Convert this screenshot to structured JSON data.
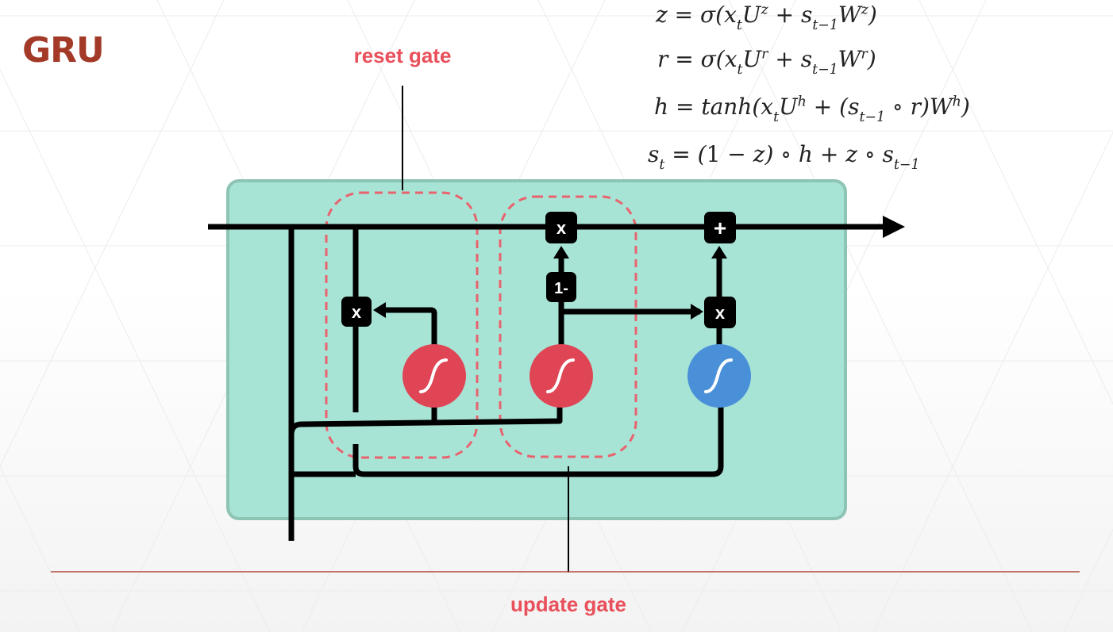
{
  "slide": {
    "title": "GRU",
    "title_color": "#a33a28"
  },
  "equations": {
    "z": {
      "lhs": "z",
      "func": "σ",
      "in1": "x",
      "in1_sub": "t",
      "u": "U",
      "u_sup": "z",
      "plus": "+",
      "s": "s",
      "s_sub": "t−1",
      "w": "W",
      "w_sup": "z"
    },
    "r": {
      "lhs": "r",
      "func": "σ",
      "in1": "x",
      "in1_sub": "t",
      "u": "U",
      "u_sup": "r",
      "plus": "+",
      "s": "s",
      "s_sub": "t−1",
      "w": "W",
      "w_sup": "r"
    },
    "h": {
      "lhs": "h",
      "func": "tanh",
      "in1": "x",
      "in1_sub": "t",
      "u": "U",
      "u_sup": "h",
      "plus": "+",
      "s": "s",
      "s_sub": "t−1",
      "circ": "∘",
      "r": "r",
      "w": "W",
      "w_sup": "h"
    },
    "st": {
      "lhs": "s",
      "lhs_sub": "t",
      "one": "1",
      "minus": "−",
      "z": "z",
      "circ": "∘",
      "h": "h",
      "plus": "+",
      "z2": "z",
      "s": "s",
      "s_sub": "t−1"
    }
  },
  "diagram": {
    "reset_gate_label": "reset gate",
    "update_gate_label": "update gate",
    "ops": {
      "multiply_reset": "x",
      "multiply_top": "x",
      "one_minus": "1-",
      "multiply_right": "x",
      "add": "+"
    },
    "colors": {
      "cell_fill": "#a8e4d6",
      "cell_border": "#8ec4b4",
      "sigmoid": "#e04556",
      "tanh": "#4a90d9",
      "gate_outline": "#e8636e",
      "label": "#e8505b",
      "divider": "#b04a3c"
    }
  }
}
